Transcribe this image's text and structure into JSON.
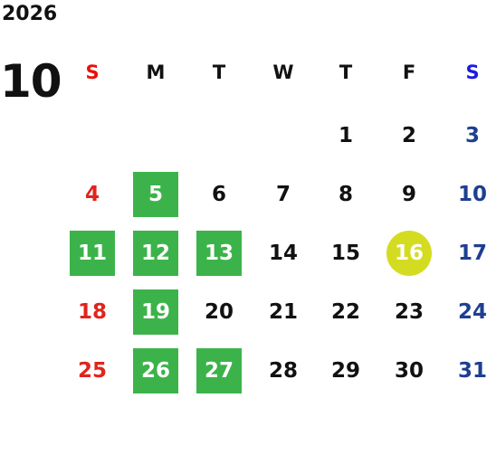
{
  "calendar": {
    "year": "2026",
    "month": "10",
    "weekdays": [
      {
        "label": "S",
        "kind": "sun"
      },
      {
        "label": "M",
        "kind": "weekday"
      },
      {
        "label": "T",
        "kind": "weekday"
      },
      {
        "label": "W",
        "kind": "weekday"
      },
      {
        "label": "T",
        "kind": "weekday"
      },
      {
        "label": "F",
        "kind": "weekday"
      },
      {
        "label": "S",
        "kind": "sat"
      }
    ],
    "first_weekday_index": 4,
    "days_in_month": 31,
    "green_days": [
      5,
      11,
      12,
      13,
      19,
      26,
      27
    ],
    "highlighted_day": 16
  },
  "colors": {
    "sunday": "#e0241d",
    "sunday_header": "#e8120c",
    "saturday": "#1e3f91",
    "saturday_header": "#1a1ae6",
    "weekday": "#111111",
    "green_bg": "#3cb34a",
    "today_bg": "#d4dc21",
    "on_highlight": "#ffffff"
  }
}
